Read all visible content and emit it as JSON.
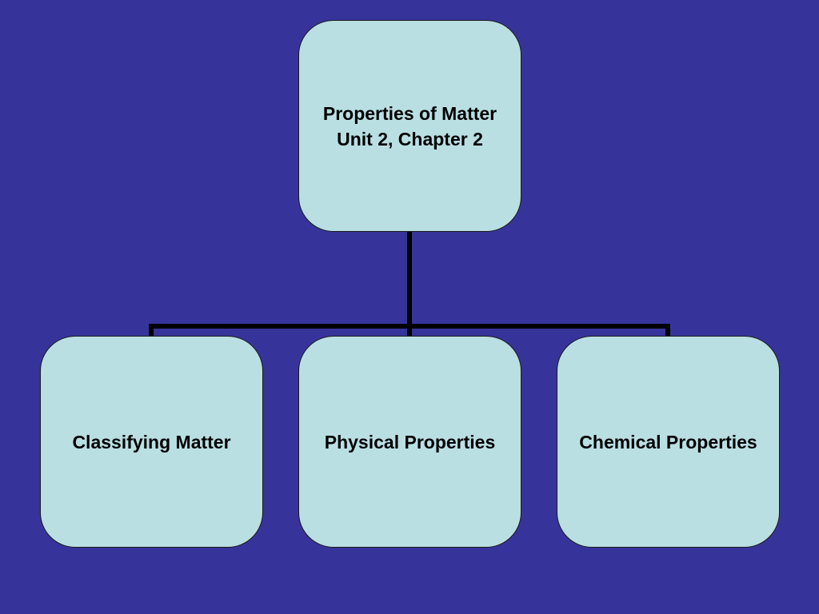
{
  "colors": {
    "background": "#36349a",
    "box_fill": "#b9dfe3",
    "box_border": "#1a1a1a",
    "connector": "#000000",
    "text": "#000000"
  },
  "diagram": {
    "type": "org-chart",
    "root": {
      "label": "Properties of Matter\nUnit 2, Chapter 2"
    },
    "children": [
      {
        "label": "Classifying Matter"
      },
      {
        "label": "Physical Properties"
      },
      {
        "label": "Chemical Properties"
      }
    ]
  }
}
